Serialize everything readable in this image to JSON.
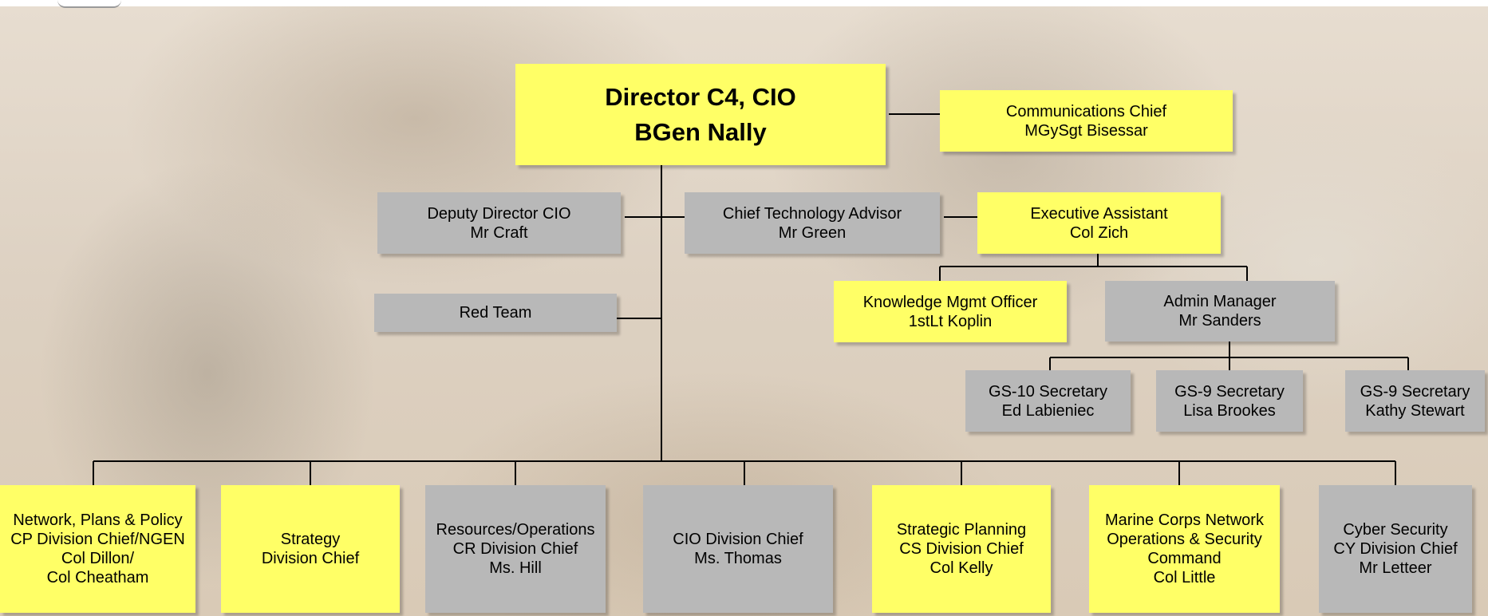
{
  "colors": {
    "yellow": "#ffff66",
    "gray": "#b8b8b8",
    "line": "#000000"
  },
  "director": {
    "title": "Director C4, CIO",
    "name": "BGen Nally"
  },
  "comms_chief": {
    "title": "Communications Chief",
    "name": "MGySgt Bisessar"
  },
  "deputy": {
    "title": "Deputy Director CIO",
    "name": "Mr Craft"
  },
  "cta": {
    "title": "Chief Technology Advisor",
    "name": "Mr Green"
  },
  "exec_asst": {
    "title": "Executive Assistant",
    "name": "Col Zich"
  },
  "red_team": {
    "title": "Red Team"
  },
  "km_officer": {
    "title": "Knowledge Mgmt Officer",
    "name": "1stLt Koplin"
  },
  "admin_mgr": {
    "title": "Admin Manager",
    "name": "Mr Sanders"
  },
  "secretaries": [
    {
      "title": "GS-10 Secretary",
      "name": "Ed Labieniec"
    },
    {
      "title": "GS-9 Secretary",
      "name": "Lisa Brookes"
    },
    {
      "title": "GS-9 Secretary",
      "name": "Kathy Stewart"
    }
  ],
  "divisions": [
    {
      "text": "Network, Plans & Policy\nCP Division Chief/NGEN\nCol Dillon/\nCol Cheatham"
    },
    {
      "text": "Strategy\nDivision Chief"
    },
    {
      "text": "Resources/Operations\nCR Division Chief\nMs. Hill"
    },
    {
      "text": "CIO Division Chief\nMs. Thomas"
    },
    {
      "text": "Strategic Planning\nCS Division Chief\nCol Kelly"
    },
    {
      "text": "Marine Corps Network\nOperations & Security\nCommand\nCol Little"
    },
    {
      "text": "Cyber Security\nCY Division Chief\nMr Letteer"
    }
  ]
}
